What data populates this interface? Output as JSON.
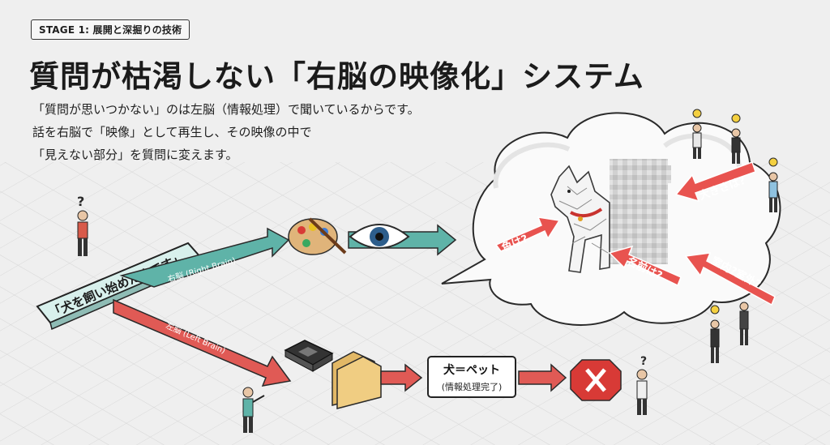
{
  "stage_label": "STAGE 1: 展開と深掘りの技術",
  "title": "質問が枯渇しない「右脳の映像化」システム",
  "description": [
    "「質問が思いつかない」のは左脳（情報処理）で聞いているからです。",
    "話を右脳で「映像」として再生し、その映像の中で",
    "「見えない部分」を質問に変えます。"
  ],
  "input_sign": "「犬を飼い始めたんです」",
  "right_path_label": "右脳 (Right Brain)",
  "left_path_label": "左脳 (Left Brain)",
  "result_box": {
    "main": "犬＝ペット",
    "sub": "(情報処理完了)"
  },
  "question_arrows": [
    "色は?",
    "名前は?",
    "大きさは?",
    "室内?室外?"
  ],
  "marks": {
    "question": "?",
    "question_double": "?"
  },
  "colors": {
    "right_path": "#5fb3a8",
    "left_path": "#e05a55",
    "question_arrow": "#e8534f",
    "stop_sign": "#d83a36",
    "eye_iris": "#2e5e8c"
  }
}
